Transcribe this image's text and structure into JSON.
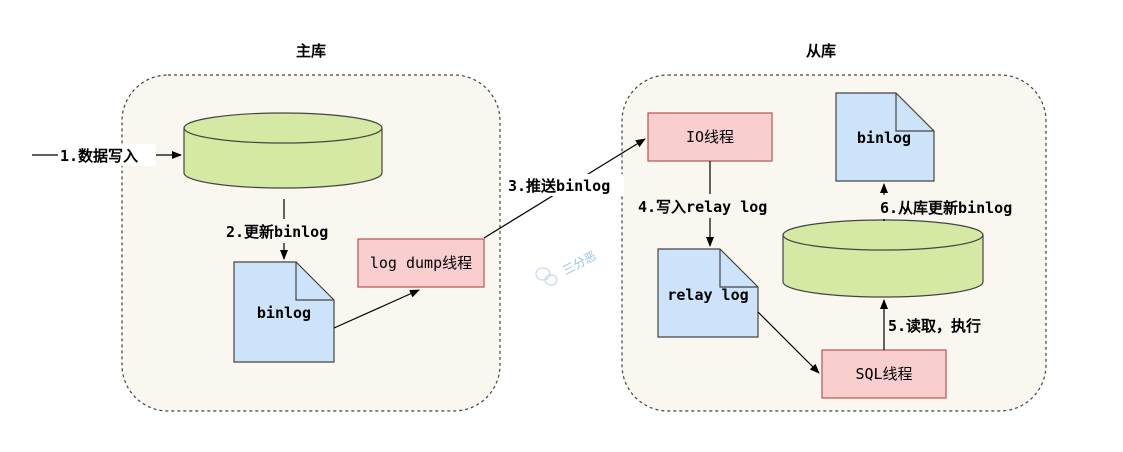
{
  "master": {
    "title": "主库"
  },
  "slave": {
    "title": "从库"
  },
  "nodes": {
    "master_binlog": "binlog",
    "log_dump": "log dump线程",
    "io_thread": "IO线程",
    "relay_log": "relay log",
    "sql_thread": "SQL线程",
    "slave_binlog": "binlog"
  },
  "edges": {
    "write_data": "1.数据写入",
    "update_binlog": "2.更新binlog",
    "push_binlog": "3.推送binlog",
    "write_relay": "4.写入relay log",
    "read_exec": "5.读取，执行",
    "slave_update_binlog": "6.从库更新binlog"
  },
  "watermark": "三分恶",
  "colors": {
    "db_fill": "#d5e8a4",
    "doc_fill": "#cce3f9",
    "thread_fill": "#f8cece",
    "group_fill": "#f9f7f0"
  }
}
